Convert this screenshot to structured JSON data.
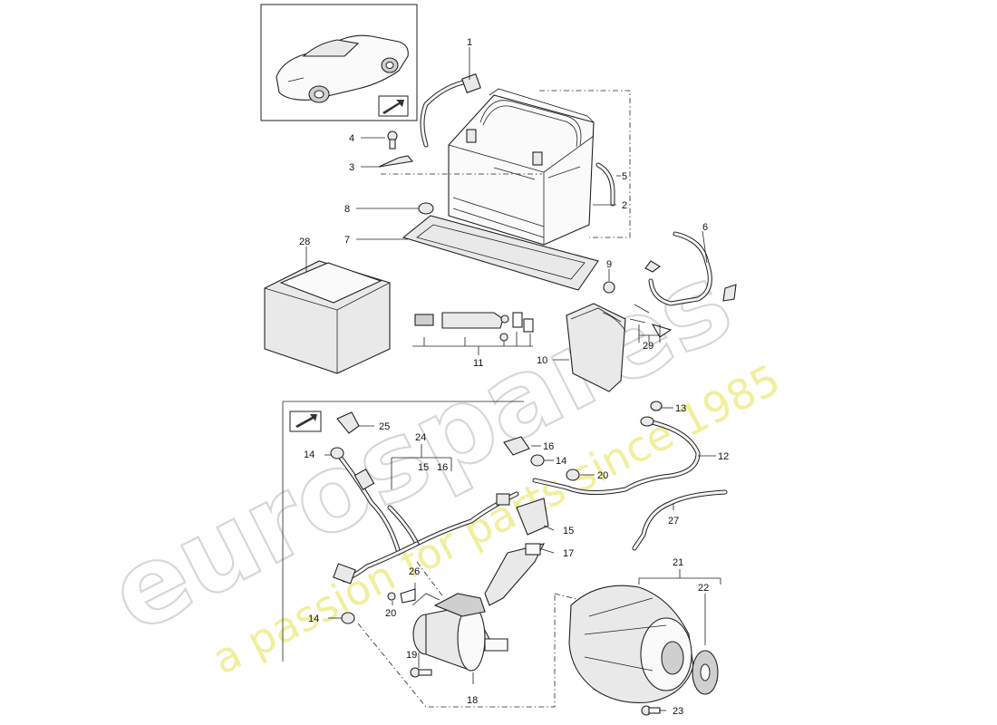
{
  "watermark": {
    "brand": "eurospares",
    "tagline": "a passion for parts since 1985"
  },
  "callouts": [
    "1",
    "2",
    "3",
    "4",
    "5",
    "6",
    "7",
    "8",
    "9",
    "10",
    "11",
    "12",
    "13",
    "14",
    "15",
    "16",
    "17",
    "18",
    "19",
    "20",
    "21",
    "22",
    "23",
    "24",
    "25",
    "26",
    "27",
    "28",
    "29"
  ],
  "callout_labels": {
    "c1": "1",
    "c2": "2",
    "c3": "3",
    "c4": "4",
    "c5": "5",
    "c6": "6",
    "c7": "7",
    "c8": "8",
    "c9": "9",
    "c10": "10",
    "c11": "11",
    "c12": "12",
    "c13": "13",
    "c14a": "14",
    "c14b": "14",
    "c14c": "14",
    "c15a": "15",
    "c15b": "15",
    "c16a": "16",
    "c16b": "16",
    "c17": "17",
    "c18": "18",
    "c19": "19",
    "c20a": "20",
    "c20b": "20",
    "c21": "21",
    "c22": "22",
    "c23": "23",
    "c24": "24",
    "c25": "25",
    "c26": "26",
    "c27": "27",
    "c28": "28",
    "c29": "29"
  },
  "colors": {
    "watermark_outline": "#d7d7d7",
    "watermark_tagline": "#f1ef9c",
    "line": "#222222"
  },
  "icons": [
    "car-thumbnail",
    "view-arrow-icon"
  ]
}
